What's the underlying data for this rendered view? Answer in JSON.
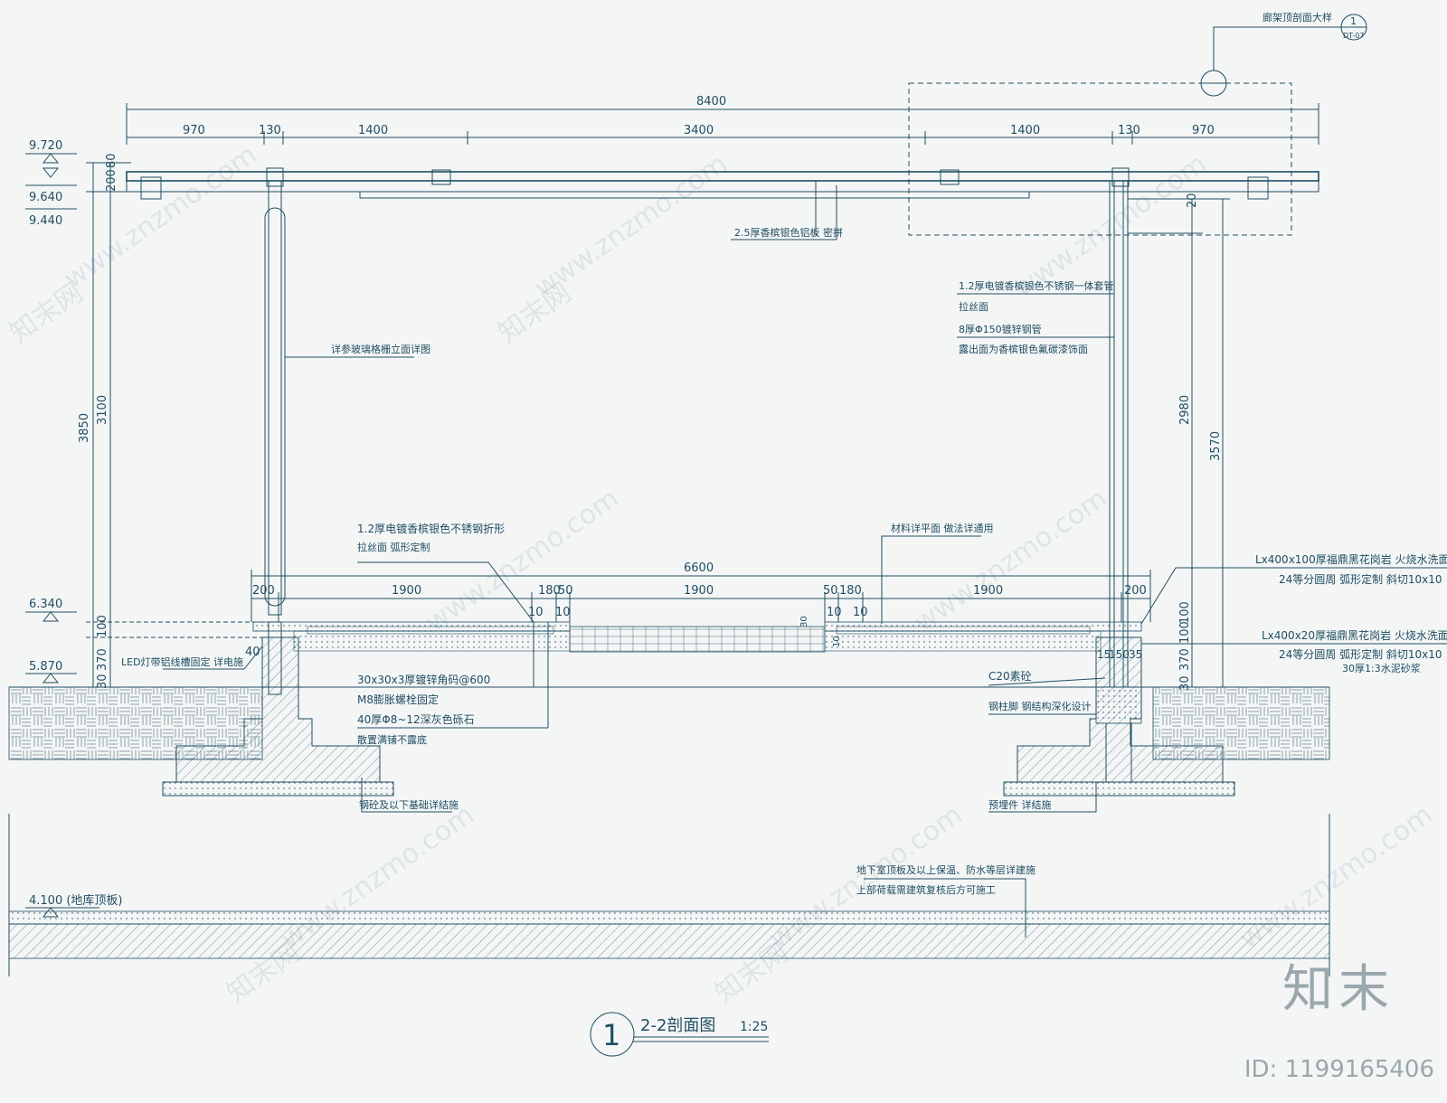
{
  "drawing": {
    "title": "2-2剖面图",
    "scale": "1:25",
    "index_no": "1",
    "detail_callout": "廊架顶剖面大样",
    "detail_sheet": "DT-07"
  },
  "dimensions": {
    "top": [
      "8400",
      "970",
      "130",
      "1400",
      "3400",
      "1400",
      "130",
      "970"
    ],
    "bottom": [
      "6600",
      "200",
      "1900",
      "180",
      "50",
      "1900",
      "50",
      "180",
      "1900",
      "200",
      "10",
      "10",
      "10",
      "10",
      "40",
      "30",
      "10"
    ],
    "left": [
      "200",
      "80",
      "3850",
      "3100",
      "100",
      "370",
      "30"
    ],
    "right": [
      "20",
      "2980",
      "3570",
      "100",
      "100",
      "370",
      "30"
    ],
    "small_right": [
      "15",
      "150",
      "35"
    ]
  },
  "levels": [
    "9.720",
    "9.640",
    "9.440",
    "6.340",
    "5.870",
    "4.100 (地库顶板)"
  ],
  "annotations": {
    "roof_panel": "2.5厚香槟银色铝板  密拼",
    "post_sleeve_1": "1.2厚电镀香槟银色不锈钢一体套管",
    "post_sleeve_2": "拉丝面",
    "post_steel_1": "8厚Φ150镀锌钢管",
    "post_steel_2": "露出面为香槟银色氟碳漆饰面",
    "glass_ref": "详参玻璃格栅立面详图",
    "edge_strip_1": "1.2厚电镀香槟银色不锈钢折形",
    "edge_strip_2": "拉丝面  弧形定制",
    "paving_ref": "材料详平面  做法详通用",
    "granite_1a": "Lx400x100厚福鼎黑花岗岩  火烧水洗面",
    "granite_1b": "24等分圆周  弧形定制  斜切10x10",
    "granite_2a": "Lx400x20厚福鼎黑花岗岩  火烧水洗面",
    "granite_2b": "24等分圆周  弧形定制  斜切10x10",
    "granite_2c": "30厚1:3水泥砂浆",
    "led": "LED灯带铝线槽固定  详电施",
    "angle": "30x30x3厚镀锌角码@600",
    "bolt": "M8膨胀螺栓固定",
    "gravel_1": "40厚Φ8~12深灰色砾石",
    "gravel_2": "散置满铺不露底",
    "concrete": "C20素砼",
    "column_foot": "钢柱脚  钢结构深化设计",
    "found_left": "钢砼及以下基础详结施",
    "found_right": "预埋件  详结施",
    "basement_1": "地下室顶板及以上保温、防水等层详建施",
    "basement_2": "上部荷载需建筑复核后方可施工"
  },
  "watermark": "www.znzmo.com",
  "watermark_cn": "知末网",
  "brand": "知末",
  "brand_id": "ID: 1199165406",
  "colors": {
    "ink": "#1f4d63",
    "paper": "#f4f6f5",
    "watermark": "#9aa7ad"
  }
}
